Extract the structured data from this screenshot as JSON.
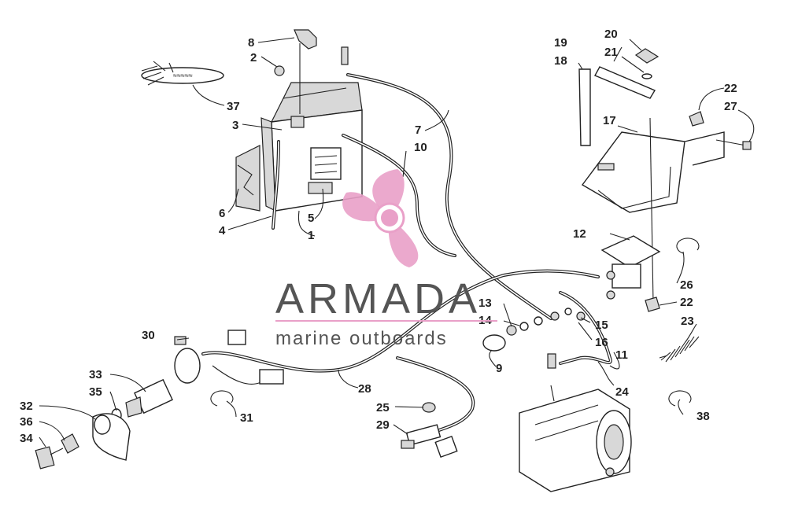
{
  "diagram": {
    "callouts": {
      "c1": "1",
      "c2": "2",
      "c3": "3",
      "c4": "4",
      "c5": "5",
      "c6": "6",
      "c7": "7",
      "c8": "8",
      "c9": "9",
      "c10": "10",
      "c11": "11",
      "c12": "12",
      "c13": "13",
      "c14": "14",
      "c15": "15",
      "c16": "16",
      "c17": "17",
      "c18": "18",
      "c19": "19",
      "c20": "20",
      "c21": "21",
      "c22a": "22",
      "c22b": "22",
      "c23": "23",
      "c24": "24",
      "c25": "25",
      "c26": "26",
      "c27": "27",
      "c28": "28",
      "c29": "29",
      "c30": "30",
      "c31": "31",
      "c32": "32",
      "c33": "33",
      "c34": "34",
      "c35": "35",
      "c36": "36",
      "c37": "37",
      "c38": "38"
    }
  },
  "watermark": {
    "title": "ARMADA",
    "subtitle": "marine outboards",
    "accent_color": "#e9a0c8",
    "text_color": "#555555"
  }
}
